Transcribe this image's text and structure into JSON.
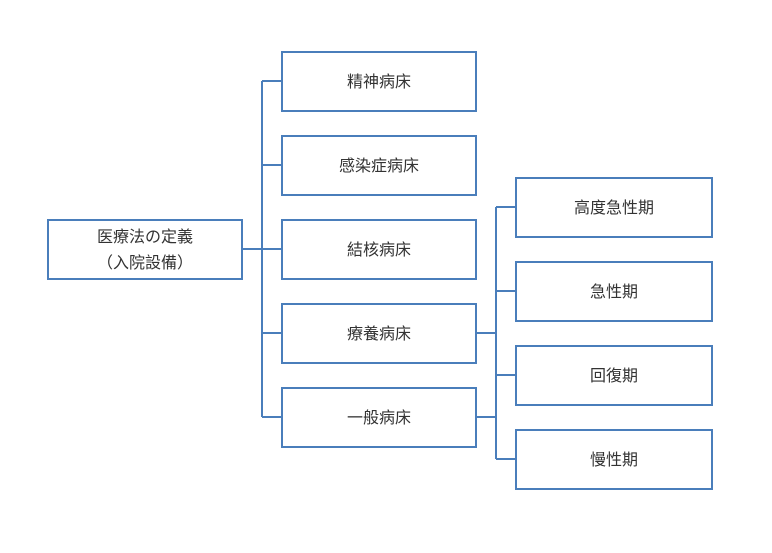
{
  "root": {
    "line1": "医療法の定義",
    "line2": "（入院設備）"
  },
  "beds": [
    {
      "label": "精神病床"
    },
    {
      "label": "感染症病床"
    },
    {
      "label": "結核病床"
    },
    {
      "label": "療養病床"
    },
    {
      "label": "一般病床"
    }
  ],
  "functions": [
    {
      "label": "高度急性期"
    },
    {
      "label": "急性期"
    },
    {
      "label": "回復期"
    },
    {
      "label": "慢性期"
    }
  ],
  "colors": {
    "border": "#4a7ebb",
    "text": "#333333",
    "background": "#ffffff"
  }
}
